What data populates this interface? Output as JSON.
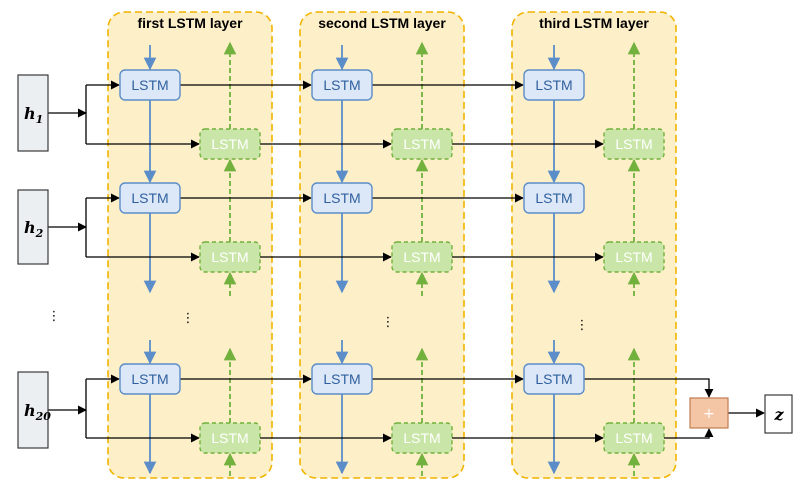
{
  "layers": [
    {
      "title": "first LSTM layer"
    },
    {
      "title": "second LSTM layer"
    },
    {
      "title": "third LSTM layer"
    }
  ],
  "cell_label": "LSTM",
  "inputs": [
    {
      "symbol": "h",
      "subscript": "1"
    },
    {
      "symbol": "h",
      "subscript": "2"
    },
    {
      "symbol": "h",
      "subscript": "20"
    }
  ],
  "ellipsis": "⋮",
  "sum_symbol": "+",
  "output_symbol": "z",
  "colors": {
    "layer_fill": "#fdefc8",
    "layer_border": "#f0b400",
    "forward_fill": "#dce8f7",
    "forward_border": "#5b8dc9",
    "backward_fill": "#c9e6a8",
    "backward_border": "#72b13e",
    "sum_fill": "#f5c6a6"
  }
}
